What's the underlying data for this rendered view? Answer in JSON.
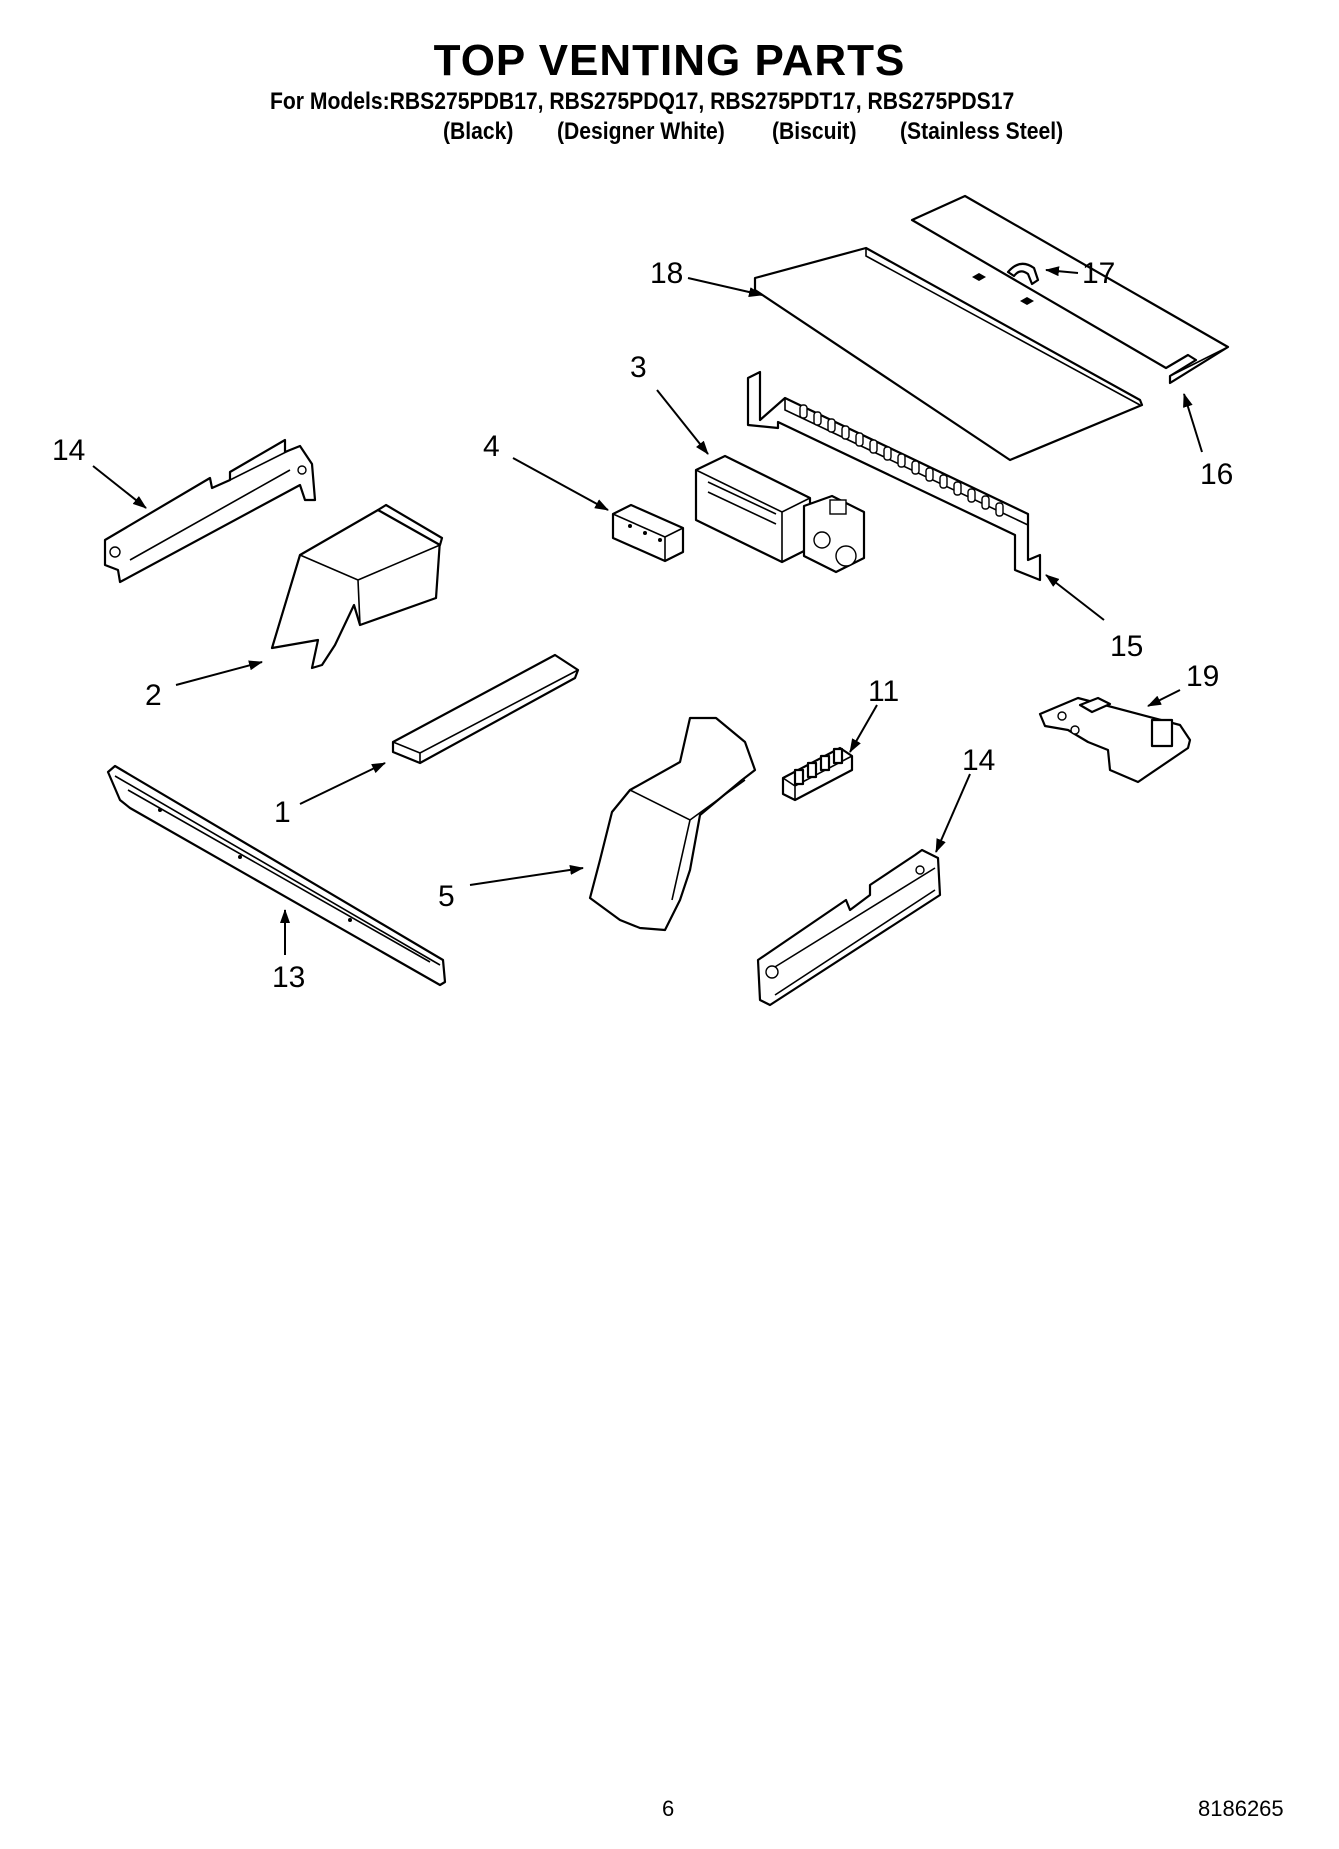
{
  "title": "TOP VENTING PARTS",
  "models_line": "For Models:RBS275PDB17, RBS275PDQ17, RBS275PDT17, RBS275PDS17",
  "finishes": [
    "(Black)",
    "(Designer White)",
    "(Biscuit)",
    "(Stainless Steel)"
  ],
  "callouts": {
    "c1": "1",
    "c2": "2",
    "c3": "3",
    "c4": "4",
    "c5": "5",
    "c11": "11",
    "c13": "13",
    "c14a": "14",
    "c14b": "14",
    "c15": "15",
    "c16": "16",
    "c17": "17",
    "c18": "18",
    "c19": "19"
  },
  "footer": {
    "page": "6",
    "doc_number": "8186265"
  }
}
